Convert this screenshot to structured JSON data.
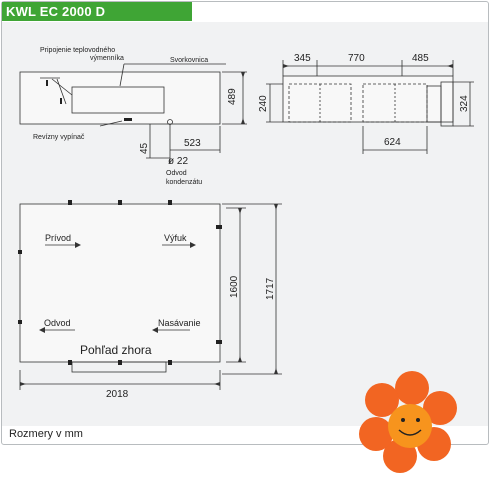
{
  "header": {
    "title": "KWL EC 2000 D"
  },
  "colors": {
    "header_bg": "#3fa535",
    "panel_bg": "#f1f2f3",
    "flower": "#f26522",
    "flower_center": "#f7941d",
    "line": "#333333"
  },
  "side_view": {
    "label_connection_line1": "Pripojenie teplovodného",
    "label_connection_line2": "výmenníka",
    "label_terminal": "Svorkovnica",
    "label_switch": "Revízny vypínač",
    "dim_height": "489",
    "dim_bottom_offset": "523",
    "dim_drain_height": "45",
    "dim_drain_diameter": "ø 22",
    "label_drain_line1": "Odvod",
    "label_drain_line2": "kondenzátu"
  },
  "front_view": {
    "dim_a": "345",
    "dim_b": "770",
    "dim_c": "485",
    "dim_height": "240",
    "dim_right": "324",
    "dim_bottom": "624"
  },
  "top_view": {
    "label_supply": "Prívod",
    "label_exhaust": "Výfuk",
    "label_extract": "Odvod",
    "label_intake": "Nasávanie",
    "title": "Pohľad zhora",
    "dim_inner": "1600",
    "dim_outer": "1717",
    "dim_width": "2018"
  },
  "footer": {
    "units_note": "Rozmery v mm"
  }
}
